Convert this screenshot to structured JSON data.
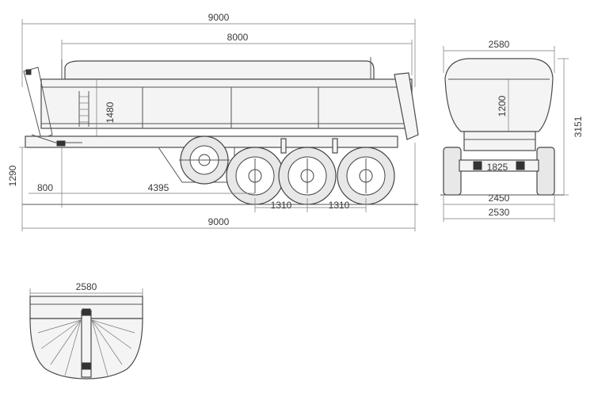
{
  "side_view": {
    "overall_length_top": "9000",
    "body_length": "8000",
    "body_height": "1480",
    "frame_height": "1290",
    "front_overhang": "800",
    "kingpin_to_axle": "4395",
    "axle_spacing_1": "1310",
    "axle_spacing_2": "1310",
    "overall_length_bottom": "9000"
  },
  "rear_view": {
    "body_width": "2580",
    "body_height": "1200",
    "overall_height": "3151",
    "axle_track": "1825",
    "track_width": "2450",
    "overall_width": "2530"
  },
  "front_view": {
    "body_width": "2580"
  }
}
